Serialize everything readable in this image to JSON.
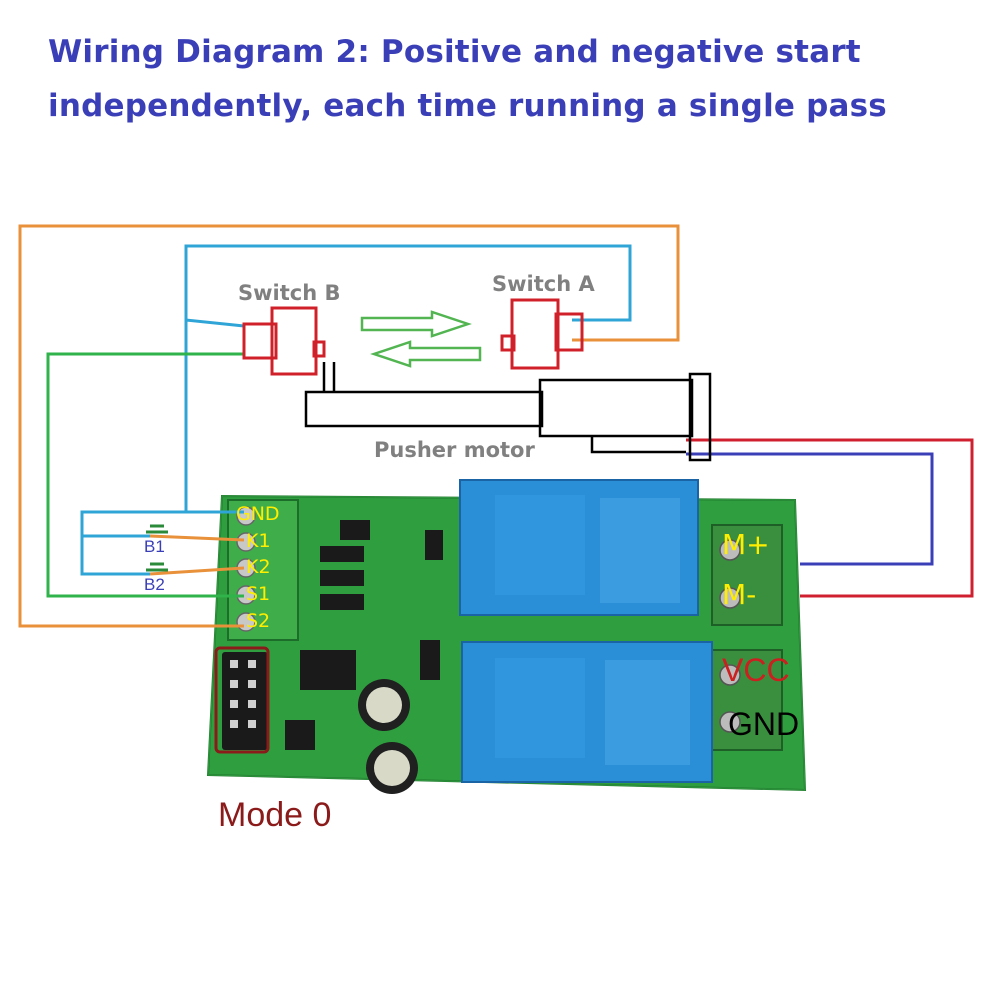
{
  "title": {
    "line1": "Wiring Diagram 2: Positive and negative start",
    "line2": "independently, each time running a single pass"
  },
  "labels": {
    "switch_b": "Switch B",
    "switch_a": "Switch A",
    "pusher_motor": "Pusher motor",
    "b1": "B1",
    "b2": "B2",
    "gnd_terminal": "GND",
    "k1": "K1",
    "k2": "K2",
    "s1": "S1",
    "s2": "S2",
    "m_plus": "M+",
    "m_minus": "M-",
    "vcc": "VCC",
    "gnd_power": "GND",
    "mode": "Mode 0"
  },
  "colors": {
    "title": "#3a3fb8",
    "wire_orange": "#e8913a",
    "wire_blue": "#2fa4d6",
    "wire_green": "#2fb34a",
    "wire_red": "#d02030",
    "wire_navy": "#3a3fb8",
    "switch_red": "#d0202a",
    "pcb_green": "#2a9a3a",
    "relay_blue": "#2b8fd8"
  }
}
